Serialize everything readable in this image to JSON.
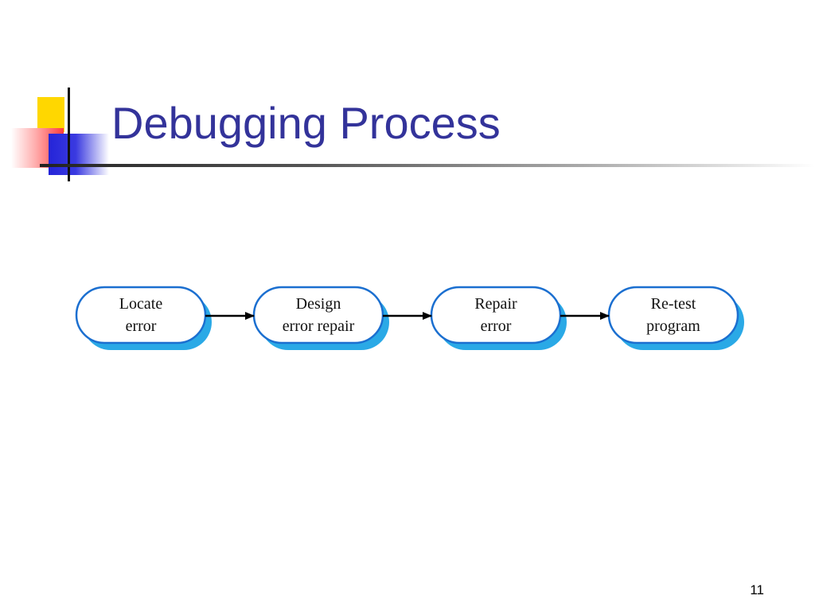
{
  "slide": {
    "title": "Debugging Process",
    "slide_number": "11"
  },
  "diagram": {
    "type": "flow",
    "steps": [
      {
        "line1": "Locate",
        "line2": "error"
      },
      {
        "line1": "Design",
        "line2": "error repair"
      },
      {
        "line1": "Repair",
        "line2": "error"
      },
      {
        "line1": "Re-test",
        "line2": "program"
      }
    ],
    "connections": [
      {
        "from": 0,
        "to": 1
      },
      {
        "from": 1,
        "to": 2
      },
      {
        "from": 2,
        "to": 3
      }
    ],
    "colors": {
      "shadow": "#2aa9e6",
      "node_fill": "#ffffff",
      "node_border": "#1b6fd0",
      "arrow": "#000000"
    }
  }
}
